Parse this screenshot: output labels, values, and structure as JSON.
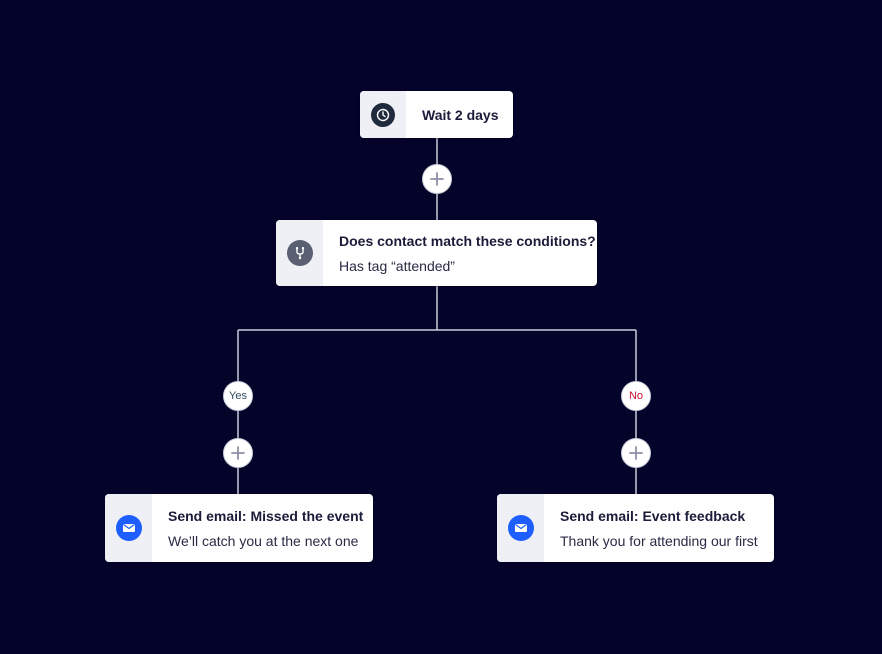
{
  "wait_step": {
    "label": "Wait 2 days",
    "icon": "clock-icon"
  },
  "condition_step": {
    "title": "Does contact match these conditions?",
    "subtitle": "Has tag “attended”",
    "icon": "branch-icon"
  },
  "branches": {
    "yes_label": "Yes",
    "no_label": "No",
    "yes_color": "#2f4a5a",
    "no_color": "#c8102e"
  },
  "email_steps": [
    {
      "title": "Send email: Missed the event",
      "subtitle": "We’ll catch you at the next one",
      "icon": "envelope-icon"
    },
    {
      "title": "Send email: Event feedback",
      "subtitle": "Thank you for attending our first",
      "icon": "envelope-icon"
    }
  ],
  "colors": {
    "background": "#04032a",
    "connector": "#c8ccd8",
    "email_accent": "#1e5eff",
    "icon_dark": "#1f2a3d"
  }
}
